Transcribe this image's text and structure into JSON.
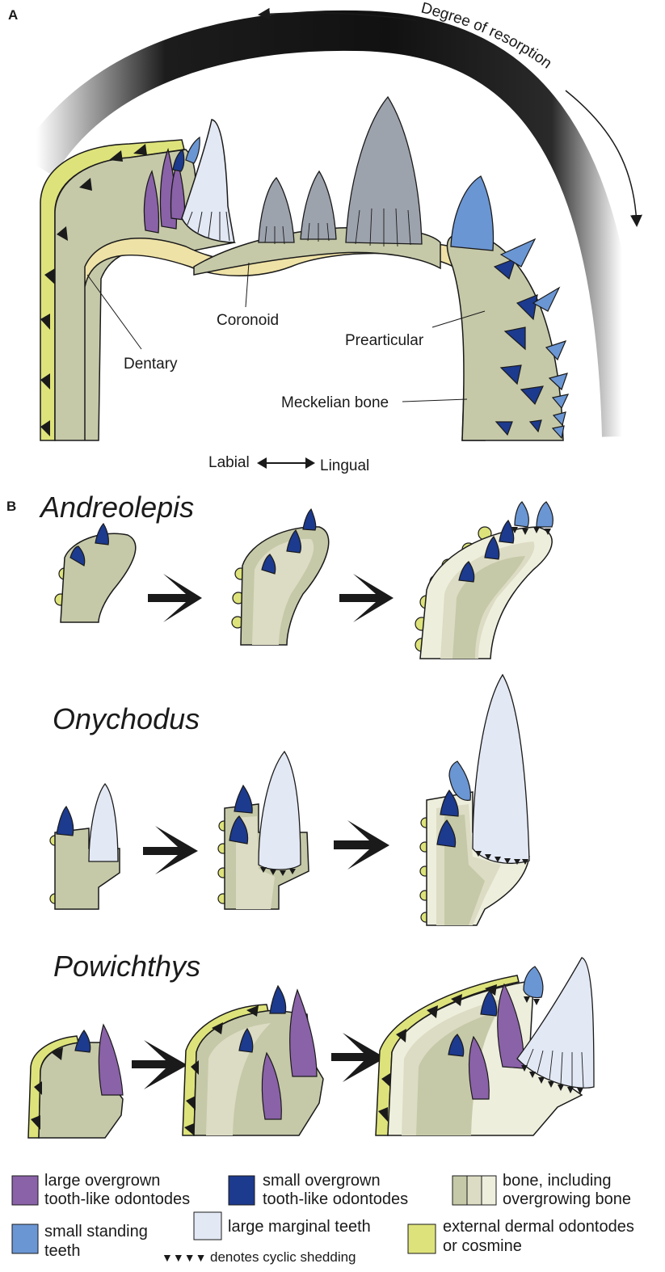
{
  "panel_a": {
    "letter": "A",
    "gradient_label": "Degree of resorption",
    "labels": {
      "coronoid": "Coronoid",
      "dentary": "Dentary",
      "prearticular": "Prearticular",
      "meckelian": "Meckelian bone"
    },
    "axis": {
      "labial": "Labial",
      "lingual": "Lingual"
    }
  },
  "panel_b": {
    "letter": "B",
    "taxa": [
      "Andreolepis",
      "Onychodus",
      "Powichthys"
    ]
  },
  "legend": {
    "large_overgrown": [
      "large overgrown",
      "tooth-like odontodes"
    ],
    "small_overgrown": [
      "small overgrown",
      "tooth-like odontodes"
    ],
    "bone": [
      "bone, including",
      "overgrowing bone"
    ],
    "small_standing": [
      "small standing",
      "teeth"
    ],
    "large_marginal": "large marginal teeth",
    "external": [
      "external dermal odontodes",
      "or cosmine"
    ],
    "shedding_symbol": "▼▼▼▼",
    "shedding": "denotes cyclic shedding"
  },
  "colors": {
    "bone": "#c6c9a8",
    "bone_light": "#eeeedd",
    "bone_mid": "#dcdcc4",
    "meckelian": "#efe2a6",
    "cosmine": "#dde37a",
    "large_overgrown": "#8a62a8",
    "small_overgrown": "#1c3a8e",
    "small_standing": "#6b96d4",
    "large_marginal": "#e2e8f4",
    "coronoid_teeth": "#9da3ad",
    "outline": "#1a1a1a"
  }
}
